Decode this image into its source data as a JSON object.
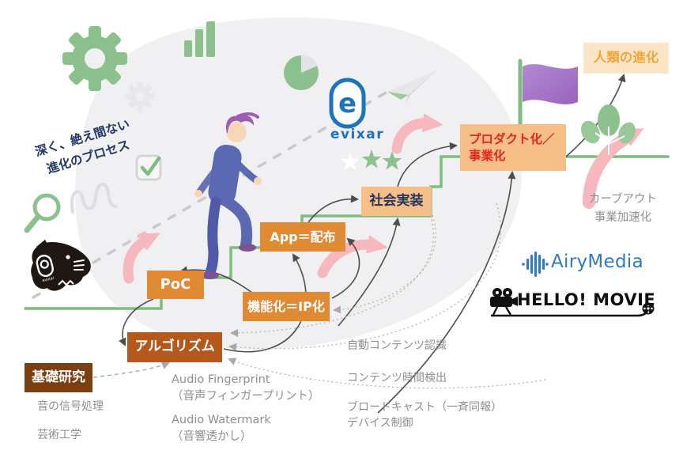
{
  "process_note": "深く、絶え間ない\n進化のプロセス",
  "stages": {
    "basic_research": "基礎研究",
    "algorithm": "アルゴリズム",
    "poc": "PoC",
    "functionalization": "機能化＝IP化",
    "app_distribution": "App＝配布",
    "social_implementation": "社会実装",
    "productization": "プロダクト化／\n事業化",
    "human_evolution": "人類の進化"
  },
  "notes": {
    "basic_left": [
      "音の信号処理",
      "芸術工学"
    ],
    "tech_center": [
      "Audio Fingerprint\n（音声フィンガープリント）",
      "Audio Watermark\n（音響透かし）"
    ],
    "solutions_right": [
      "自動コンテンツ認識",
      "コンテンツ時間検出",
      "ブロードキャスト（一斉同報）\nデバイス制御"
    ],
    "carveout": "カーブアウト\n事業加速化"
  },
  "logos": {
    "evixar_mark": "e",
    "evixar": "evixar",
    "airymedia": "AiryMedia",
    "hellomovie": "HELLO! MOVIE"
  },
  "icons": {
    "gear": "large green cog",
    "gear_small": "small gray cog",
    "bar_chart": "rising green bars",
    "pie_chart": "green pie with gray slice",
    "checkbox": "gray box with green check",
    "magnifier": "green magnifying glass",
    "squiggle": "gray winding path",
    "paper_plane": "gray paper airplane",
    "stars": "one white + two green stars",
    "flag": "purple goal flag on green pole",
    "sprout": "green three-leaf plant",
    "mascot": "black evixar animal head",
    "soundwave": "blue equalizer bars",
    "projector": "black film projector",
    "reel": "black film reel",
    "pink_arrow": "pink swoosh arrow",
    "trajectory": "gray dashed ascent line"
  },
  "colors": {
    "stair_green": "#7CBE7C",
    "icon_green": "#8CC08C",
    "pink": "#F6B8BC",
    "orange": "#E08A33",
    "brown": "#B4591B",
    "dark_brown": "#7D3E10",
    "peach": "#F5BF87",
    "cream": "#FAE5C6",
    "navy_text": "#24365E",
    "red_text": "#E52520",
    "amber_text": "#F0A63C",
    "evixar_blue": "#1E73BE",
    "airy_blue": "#2E7BC3",
    "flag_purple": "#A77BC9",
    "gray_text": "#8F8F8F"
  }
}
